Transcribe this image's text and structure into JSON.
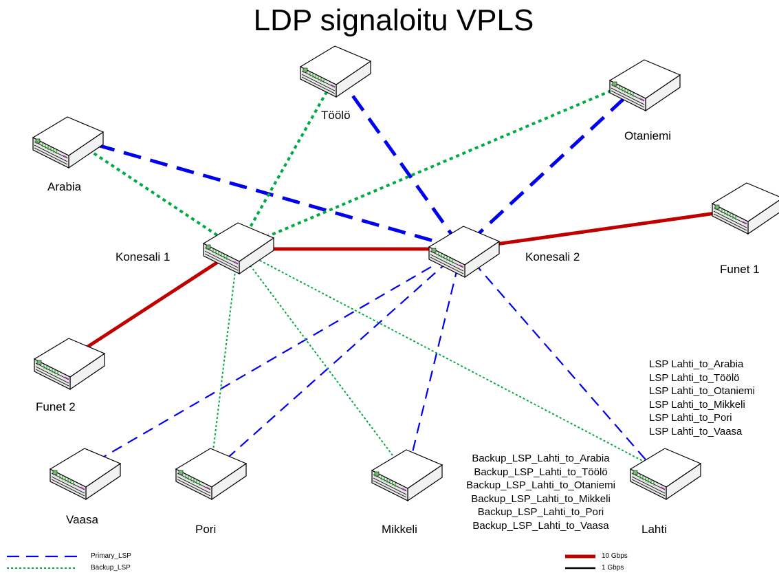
{
  "title": "LDP signaloitu VPLS",
  "nodes": {
    "toolo": "Töölö",
    "otaniemi": "Otaniemi",
    "arabia": "Arabia",
    "konesali1": "Konesali 1",
    "konesali2": "Konesali 2",
    "funet1": "Funet 1",
    "funet2": "Funet 2",
    "vaasa": "Vaasa",
    "pori": "Pori",
    "mikkeli": "Mikkeli",
    "lahti": "Lahti"
  },
  "primary_lsps": [
    "LSP Lahti_to_Arabia",
    "LSP Lahti_to_Töölö",
    "LSP Lahti_to_Otaniemi",
    "LSP Lahti_to_Mikkeli",
    "LSP Lahti_to_Pori",
    "LSP Lahti_to_Vaasa"
  ],
  "backup_lsps": [
    "Backup_LSP_Lahti_to_Arabia",
    "Backup_LSP_Lahti_to_Töölö",
    "Backup_LSP_Lahti_to_Otaniemi",
    "Backup_LSP_Lahti_to_Mikkeli",
    "Backup_LSP_Lahti_to_Pori",
    "Backup_LSP_Lahti_to_Vaasa"
  ],
  "legend": {
    "primary": "Primary_LSP",
    "backup": "Backup_LSP",
    "gbps10": "10 Gbps",
    "gbps1": "1 Gbps"
  },
  "colors": {
    "primary": "#0000ee",
    "backup": "#00aa44",
    "link10g": "#c00000",
    "link1g": "#000000",
    "device_top": "#ffffff",
    "device_stroke": "#000000",
    "device_ports": "#22aa22"
  }
}
